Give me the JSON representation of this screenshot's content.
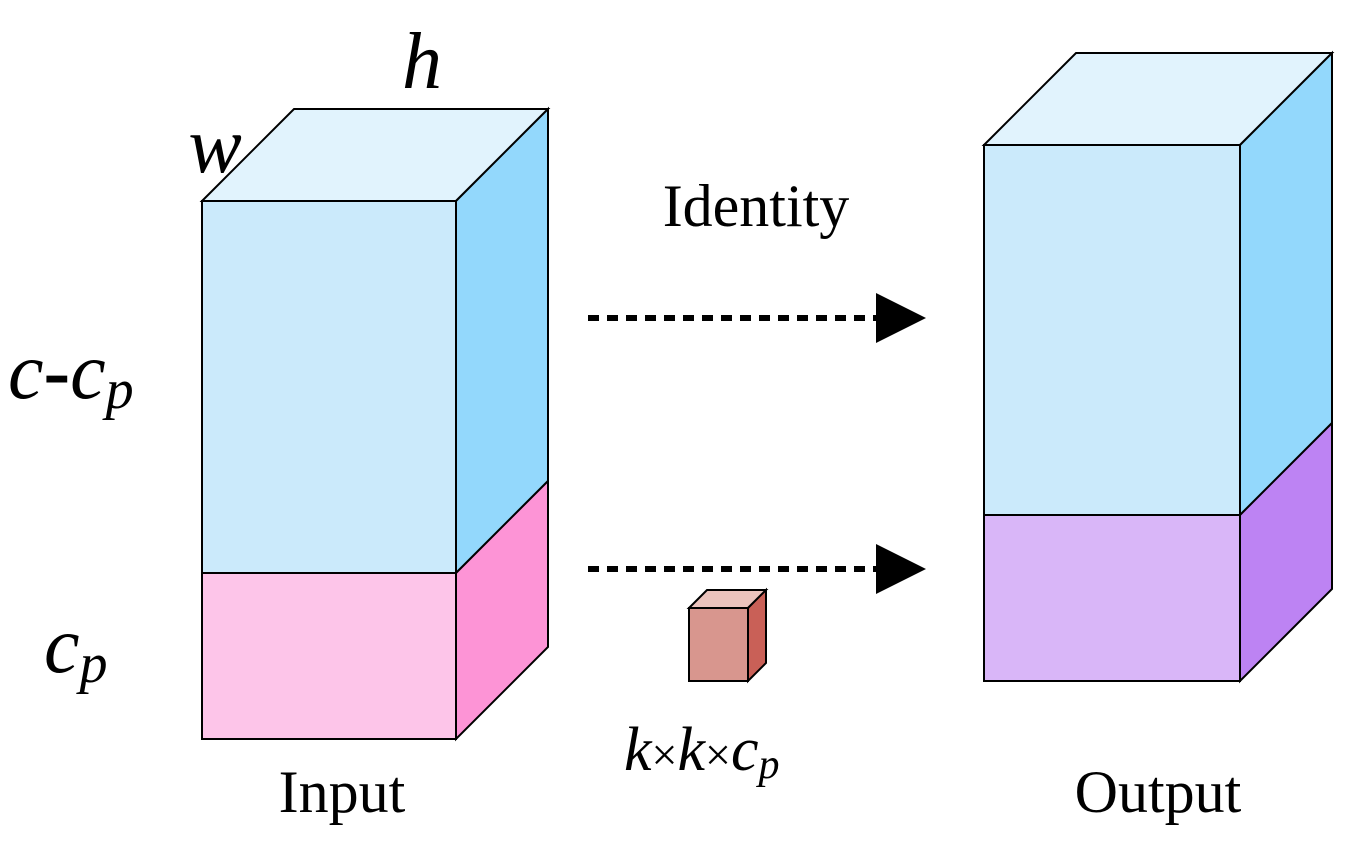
{
  "labels": {
    "h": "h",
    "w": "w",
    "c_minus_cp": {
      "c": "c",
      "dash": "-",
      "c2": "c",
      "sub": "p"
    },
    "cp": {
      "c": "c",
      "sub": "p"
    },
    "identity": "Identity",
    "kernel": {
      "k1": "k",
      "times1": "×",
      "k2": "k",
      "times2": "×",
      "c": "c",
      "sub": "p"
    },
    "input": "Input",
    "output": "Output"
  },
  "colors": {
    "blue_front": "#cbeafb",
    "blue_top": "#e1f3fd",
    "blue_side": "#93d8fc",
    "pink_front": "#fdc5e9",
    "pink_side": "#fd94d6",
    "purple_front": "#d9b6f8",
    "purple_side": "#bd83f3",
    "kernel_front": "#d8968e",
    "kernel_top": "#ebc3bd",
    "kernel_side": "#c96057"
  },
  "icons": {
    "identity_arrow": "dashed-arrow-right",
    "conv_arrow": "dashed-arrow-right"
  }
}
